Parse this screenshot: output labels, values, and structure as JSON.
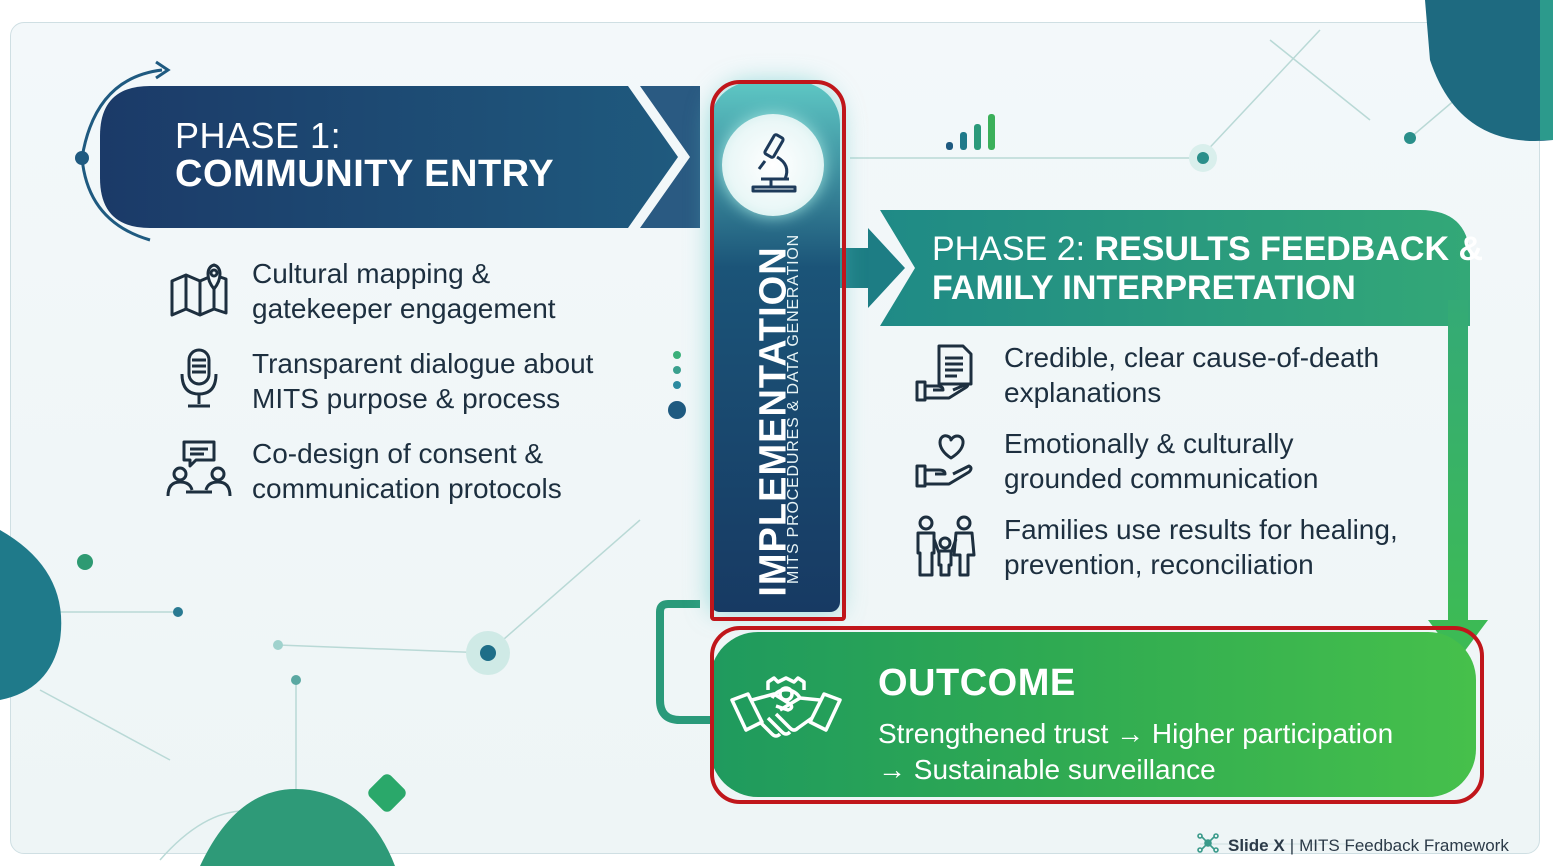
{
  "phase1": {
    "label": "PHASE 1:",
    "title": "COMMUNITY ENTRY",
    "items": [
      {
        "icon": "map-pin-icon",
        "text": "Cultural mapping & gatekeeper engagement"
      },
      {
        "icon": "microphone-icon",
        "text": "Transparent dialogue about MITS purpose & process"
      },
      {
        "icon": "people-chat-icon",
        "text": "Co-design of consent & communication protocols"
      }
    ]
  },
  "implementation": {
    "icon": "microscope-icon",
    "title": "IMPLEMENTATION",
    "subtitle": "MITS PROCEDURES & DATA GENERATION"
  },
  "phase2": {
    "label": "PHASE 2: ",
    "title": "RESULTS FEEDBACK & FAMILY INTERPRETATION",
    "items": [
      {
        "icon": "document-hand-icon",
        "text": "Credible, clear cause-of-death explanations"
      },
      {
        "icon": "heart-hand-icon",
        "text": "Emotionally & culturally grounded communication"
      },
      {
        "icon": "family-icon",
        "text": "Families use results for healing, prevention, reconciliation"
      }
    ]
  },
  "outcome": {
    "icon": "handshake-gear-icon",
    "title": "OUTCOME",
    "text": "Strengthened trust → Higher participation → Sustainable surveillance"
  },
  "footer": {
    "slide": "Slide X",
    "separator": "|",
    "name": "MITS Feedback Framework"
  },
  "colors": {
    "navy": "#1b3f6a",
    "teal": "#2a9a94",
    "green": "#2faa52",
    "highlight": "#c0161b"
  }
}
